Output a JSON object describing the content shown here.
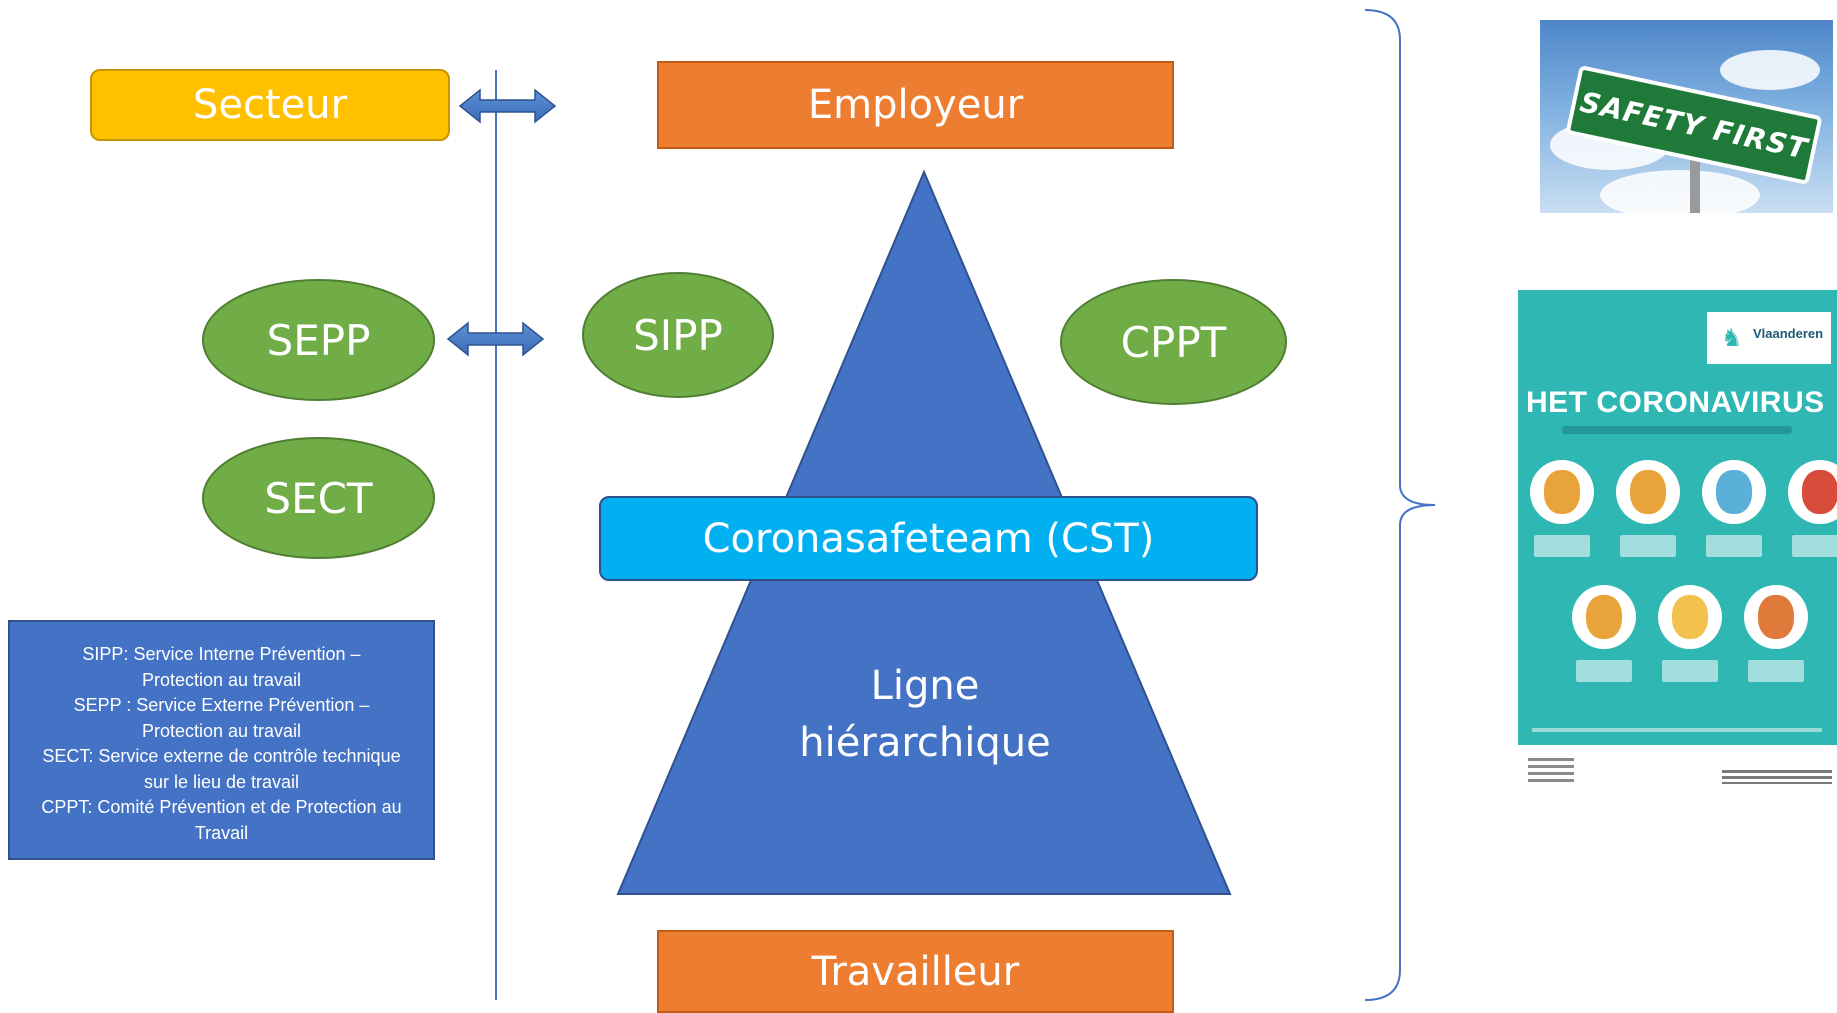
{
  "nodes": {
    "secteur": "Secteur",
    "employeur": "Employeur",
    "sepp": "SEPP",
    "sipp": "SIPP",
    "cppt": "CPPT",
    "sect": "SECT",
    "cst": "Coronasafeteam (CST)",
    "pyramid_line1": "Ligne",
    "pyramid_line2": "hiérarchique",
    "travailleur": "Travailleur"
  },
  "legend": [
    "SIPP: Service Interne Prévention –",
    "Protection au travail",
    "SEPP : Service Externe Prévention –",
    "Protection au travail",
    "SECT: Service externe de contrôle technique",
    "sur le lieu de travail",
    "CPPT: Comité Prévention et de Protection au",
    "Travail"
  ],
  "images": {
    "safety_sign": "SAFETY FIRST",
    "poster_logo": "Vlaanderen",
    "poster_title": "HET CORONAVIRUS"
  },
  "colors": {
    "orange": "#ed7d31",
    "yellow": "#ffc000",
    "green": "#70ad47",
    "cyan": "#00b0f0",
    "blue": "#4472c4"
  }
}
